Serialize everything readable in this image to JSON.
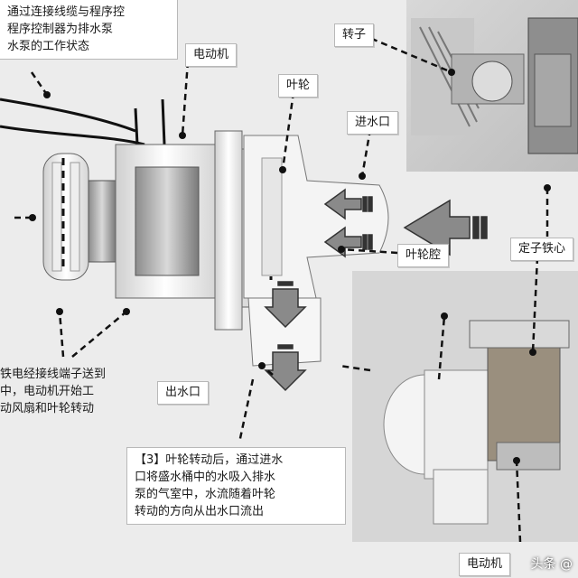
{
  "labels": {
    "motor_top": "电动机",
    "impeller": "叶轮",
    "rotor": "转子",
    "water_inlet": "进水口",
    "stator_core": "定子铁心",
    "impeller_cavity": "叶轮腔",
    "water_outlet": "出水口",
    "motor_bottom": "电动机"
  },
  "notes": {
    "top_left": "通过连接线缆与程序控\n程序控制器为排水泵\n水泵的工作状态",
    "bottom_left": "铁电经接线端子送到\n中，电动机开始工\n动风扇和叶轮转动",
    "step3": "【3】叶轮转动后，通过进水\n口将盛水桶中的水吸入排水\n泵的气室中，水流随着叶轮\n转动的方向从出水口流出"
  },
  "watermark": "头条 @",
  "colors": {
    "arrow_fill": "#8a8a8a",
    "label_bg": "#ffffff",
    "dashed_line": "#111111"
  }
}
